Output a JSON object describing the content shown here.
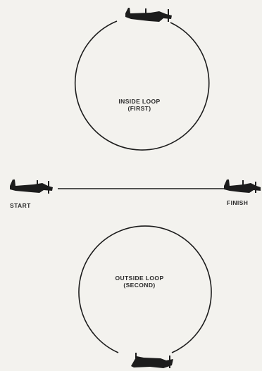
{
  "diagram": {
    "inside_loop": {
      "line1": "INSIDE LOOP",
      "line2": "(FIRST)"
    },
    "outside_loop": {
      "line1": "OUTSIDE LOOP",
      "line2": "(SECOND)"
    },
    "start_label": "START",
    "finish_label": "FINISH"
  },
  "colors": {
    "ink": "#1c1c1c",
    "paper": "#f3f2ee"
  }
}
